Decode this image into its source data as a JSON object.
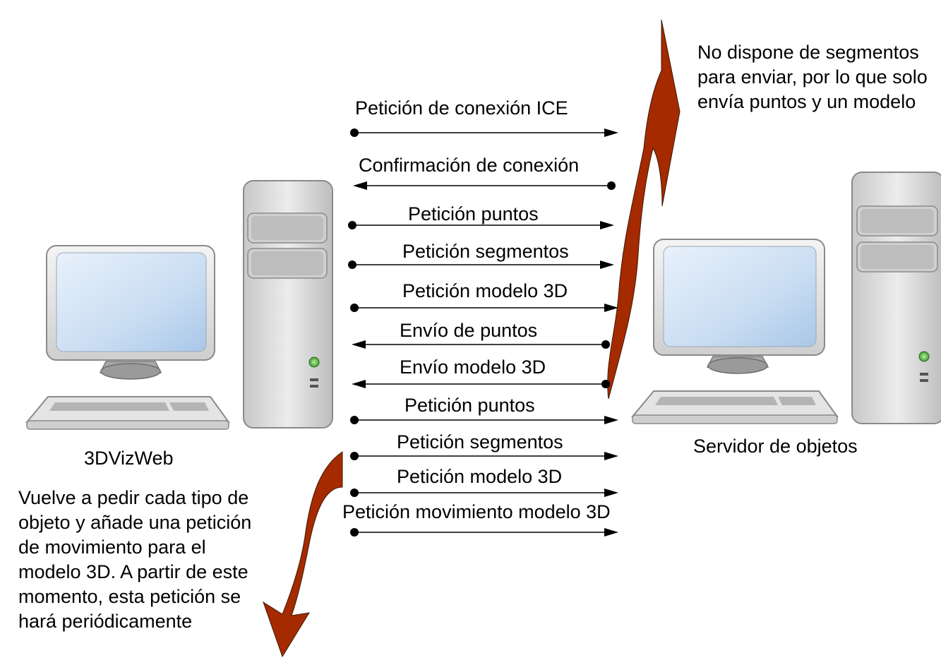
{
  "client": {
    "label": "3DVizWeb"
  },
  "server": {
    "label": "Servidor de objetos"
  },
  "notes": {
    "server_note": "No dispone de segmentos para enviar, por lo que solo envía puntos y un modelo",
    "client_note": "Vuelve a pedir cada tipo de objeto y añade una petición de movimiento para el modelo 3D. A partir de este momento, esta petición se hará periódicamente"
  },
  "messages": [
    {
      "label": "Petición de conexión ICE",
      "direction": "to-server"
    },
    {
      "label": "Confirmación de conexión",
      "direction": "to-client"
    },
    {
      "label": "Petición puntos",
      "direction": "to-server"
    },
    {
      "label": "Petición segmentos",
      "direction": "to-server"
    },
    {
      "label": "Petición modelo 3D",
      "direction": "to-server"
    },
    {
      "label": "Envío de puntos",
      "direction": "to-client"
    },
    {
      "label": "Envío modelo 3D",
      "direction": "to-client"
    },
    {
      "label": "Petición puntos",
      "direction": "to-server"
    },
    {
      "label": "Petición segmentos",
      "direction": "to-server"
    },
    {
      "label": "Petición modelo 3D",
      "direction": "to-server"
    },
    {
      "label": "Petición movimiento modelo 3D",
      "direction": "to-server"
    }
  ],
  "colors": {
    "callout_arrow": "#a52a00",
    "screen": "#c9ddf2",
    "case": "#d4d4d4"
  }
}
